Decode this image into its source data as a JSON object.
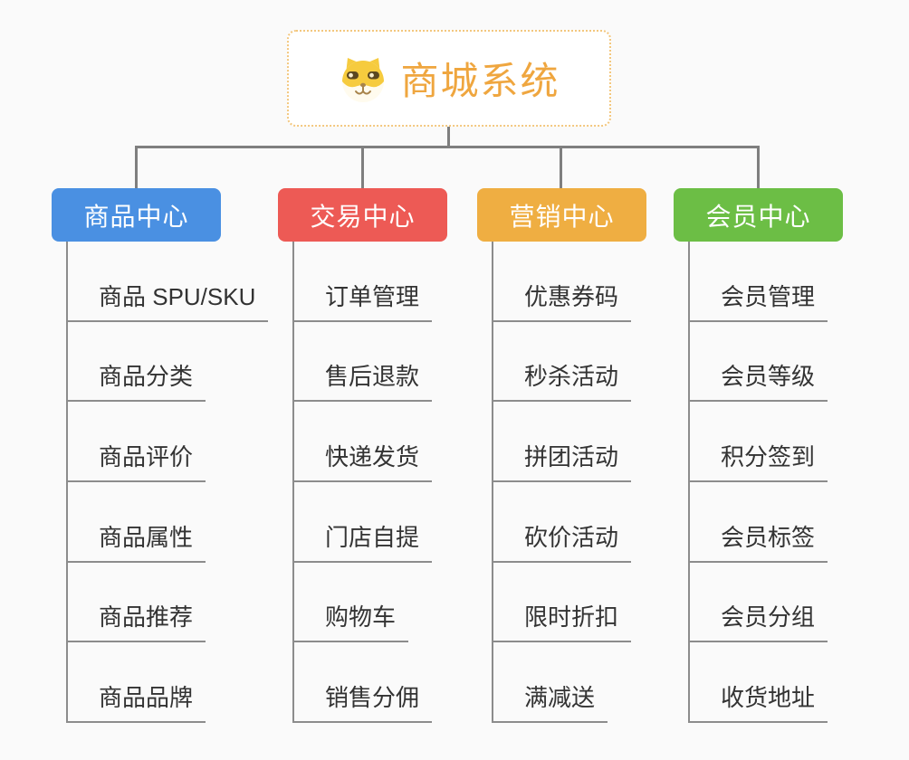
{
  "root": {
    "title": "商城系统",
    "icon": "shiba-dog-icon"
  },
  "branches": [
    {
      "label": "商品中心",
      "color": "#4A90E2",
      "items": [
        "商品 SPU/SKU",
        "商品分类",
        "商品评价",
        "商品属性",
        "商品推荐",
        "商品品牌"
      ]
    },
    {
      "label": "交易中心",
      "color": "#ED5A55",
      "items": [
        "订单管理",
        "售后退款",
        "快递发货",
        "门店自提",
        "购物车",
        "销售分佣"
      ]
    },
    {
      "label": "营销中心",
      "color": "#EFAE42",
      "items": [
        "优惠券码",
        "秒杀活动",
        "拼团活动",
        "砍价活动",
        "限时折扣",
        "满减送"
      ]
    },
    {
      "label": "会员中心",
      "color": "#6CBE45",
      "items": [
        "会员管理",
        "会员等级",
        "积分签到",
        "会员标签",
        "会员分组",
        "收货地址"
      ]
    }
  ],
  "colors": {
    "background": "#FAFAFA",
    "connector_line": "#7F7F7F",
    "item_line": "#8C8C8C",
    "item_text": "#333333",
    "root_border": "#F3C77E",
    "root_title": "#EFA63F"
  }
}
